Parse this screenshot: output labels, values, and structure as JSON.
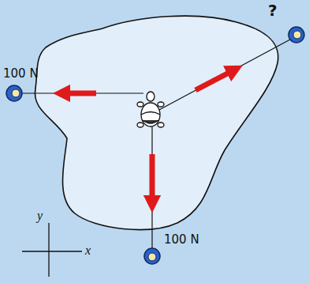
{
  "diagram": {
    "labels": [
      "?",
      "100 N",
      "y",
      "100 N",
      "x"
    ]
  }
}
